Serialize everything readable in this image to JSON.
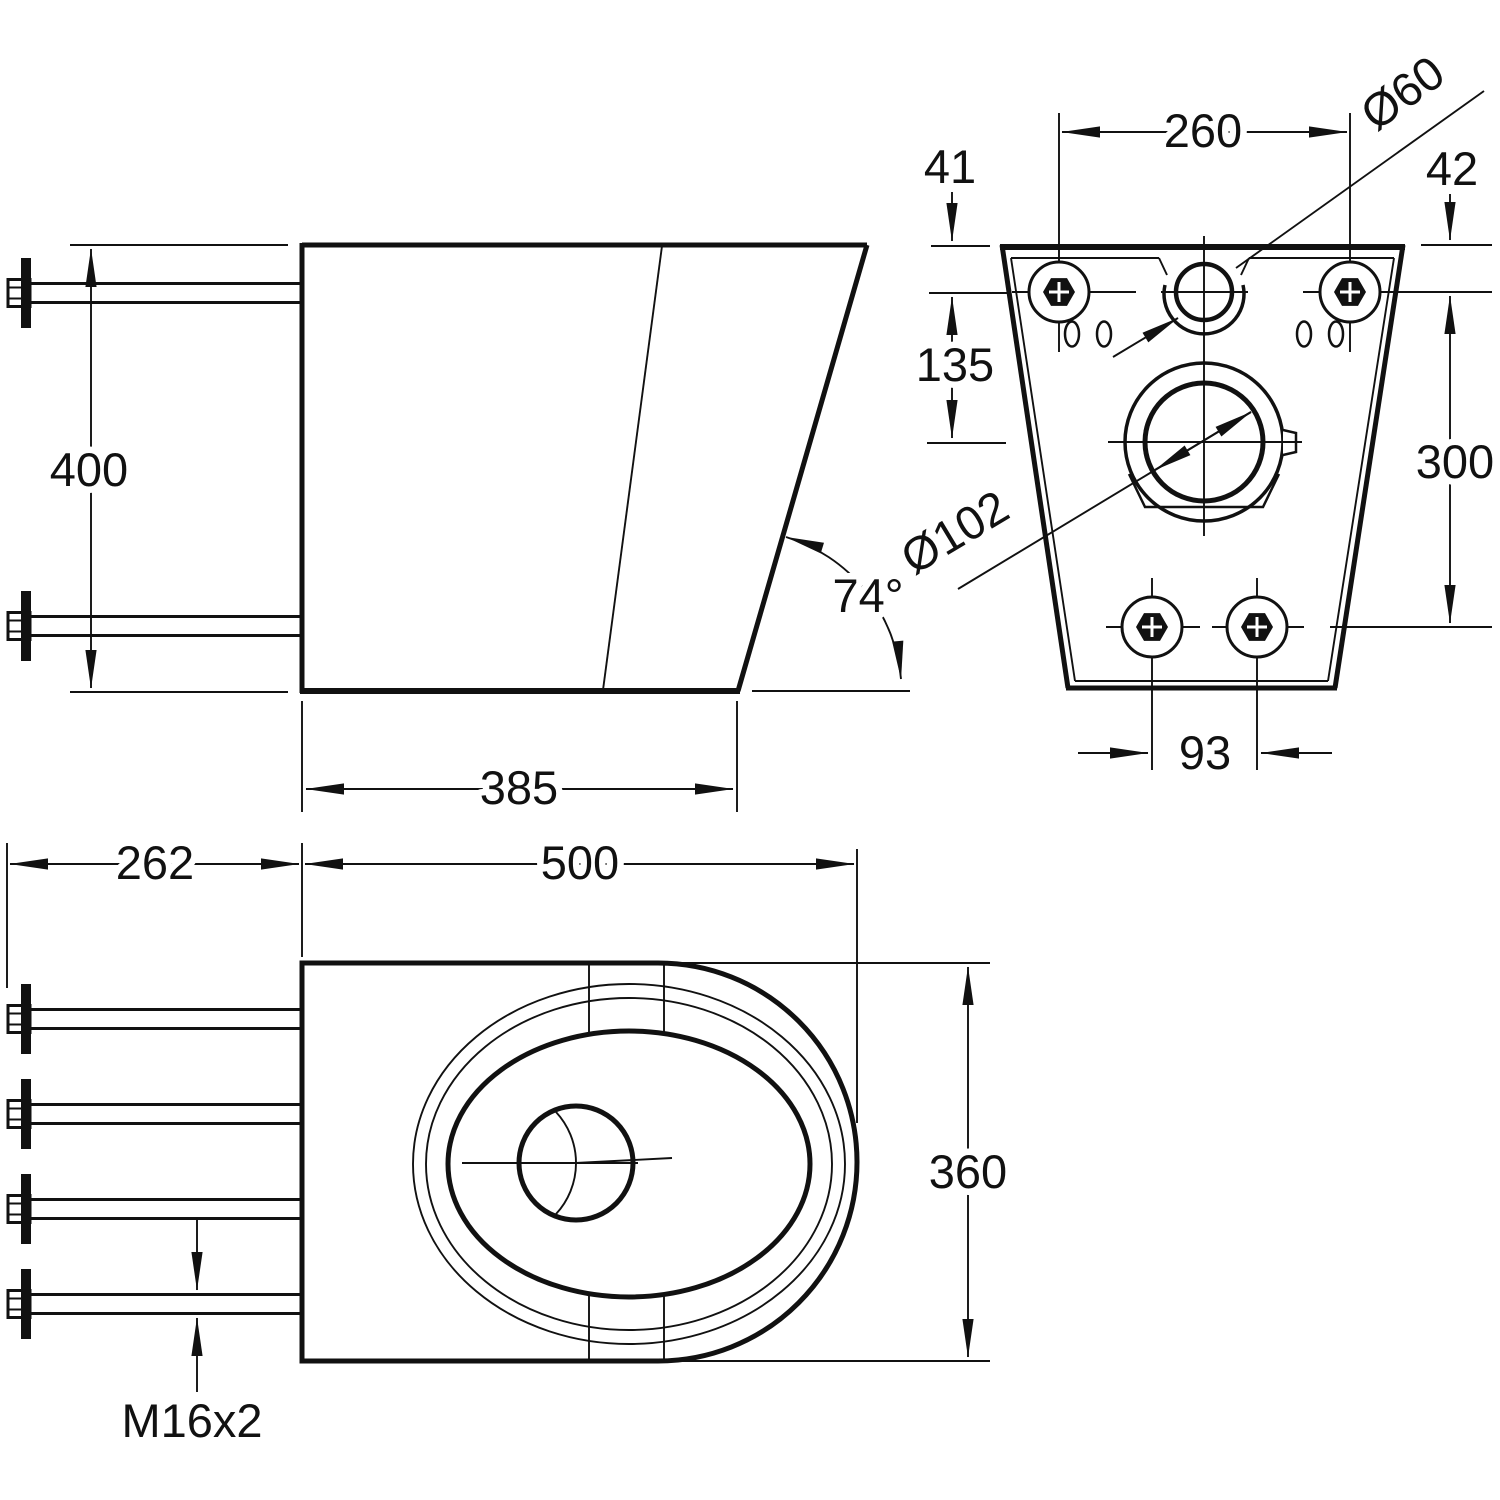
{
  "drawing_colors": {
    "line": "#111111",
    "background": "#ffffff"
  },
  "side_view": {
    "height": "400",
    "depth_to_front_base": "385",
    "front_angle": "74°"
  },
  "back_view": {
    "upper_bolt_spacing": "260",
    "inlet_diameter": "Ø60",
    "offset_left": "41",
    "offset_right": "42",
    "inlet_to_outlet": "135",
    "bolt_vertical_span": "300",
    "outlet_diameter": "Ø102",
    "lower_bolt_spacing": "93"
  },
  "top_view": {
    "bolt_protrusion": "262",
    "overall_depth": "500",
    "overall_width": "360",
    "bolt_thread": "M16x2"
  }
}
